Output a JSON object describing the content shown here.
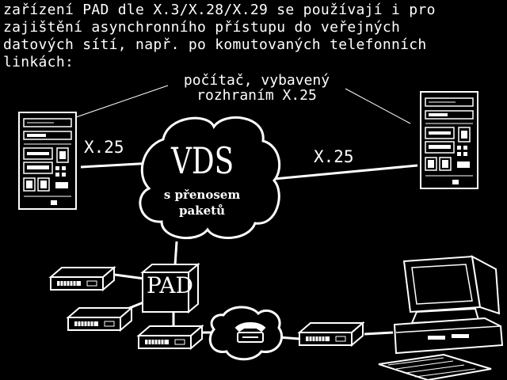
{
  "intro": {
    "line1": "zařízení PAD dle X.3/X.28/X.29 se používají i pro",
    "line2": "zajištění asynchronního přístupu do veřejných",
    "line3": "datových sítí, např. po komutovaných telefonních",
    "line4": "linkách:"
  },
  "callout": {
    "line1": "počítač, vybavený",
    "line2": "rozhraním X.25"
  },
  "links": {
    "left_label": "X.25",
    "right_label": "X.25"
  },
  "network": {
    "title": "VDS",
    "subtitle_line1": "s přenosem",
    "subtitle_line2": "paketů"
  },
  "pad": {
    "label": "PAD"
  },
  "icons": {
    "left_server": "server-tower-icon",
    "right_server": "server-tower-icon",
    "modems": "modem-icon",
    "phone_network": "telephone-icon",
    "terminal": "personal-computer-icon"
  },
  "colors": {
    "background": "#000000",
    "foreground": "#ffffff"
  }
}
